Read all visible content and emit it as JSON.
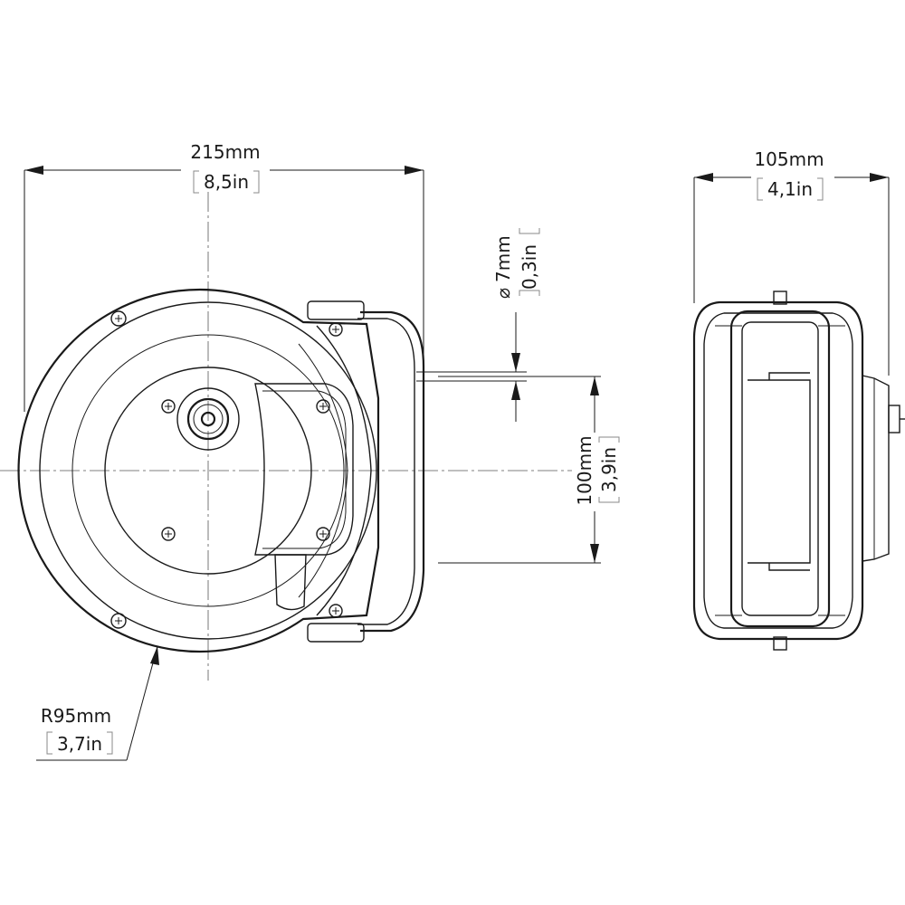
{
  "dimensions": {
    "width_front": {
      "metric": "215mm",
      "imperial": "8,5in"
    },
    "width_side": {
      "metric": "105mm",
      "imperial": "4,1in"
    },
    "hole_diameter": {
      "metric": "7mm",
      "imperial": "0,3in",
      "symbol": "⌀"
    },
    "hole_spacing": {
      "metric": "100mm",
      "imperial": "3,9in"
    },
    "radius": {
      "metric": "R95mm",
      "imperial": "3,7in"
    }
  }
}
